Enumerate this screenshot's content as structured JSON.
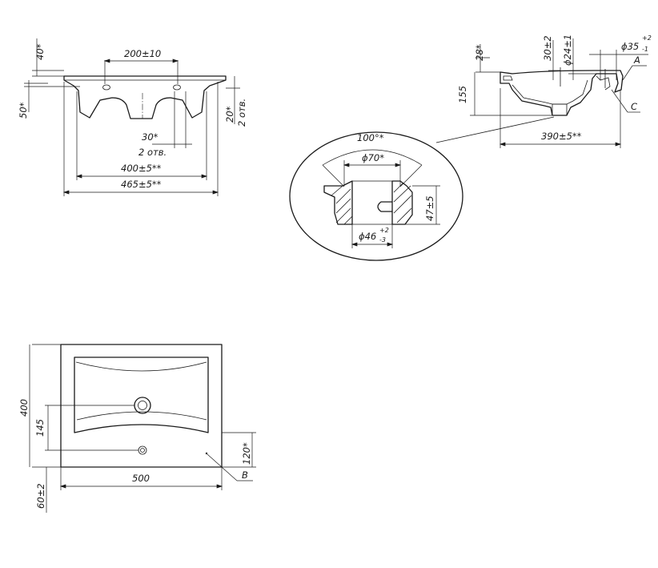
{
  "front_view": {
    "dim_top_40": "40*",
    "dim_50": "50*",
    "dim_holes_spacing": "200±10",
    "dim_20": "20*",
    "dim_2_holes_right": "2 отв.",
    "dim_30": "30*",
    "dim_2_holes_bottom": "2 отв.",
    "dim_width_inner": "400±5**",
    "dim_width_outer": "465±5**"
  },
  "side_view": {
    "dim_28": "28*",
    "dim_155": "155",
    "dim_30": "30±2",
    "dim_d24": "ϕ24±1",
    "dim_d35": "ϕ35",
    "dim_d35_tol_upper": "+2",
    "dim_d35_tol_lower": "-1",
    "label_a": "A",
    "label_c": "C",
    "dim_depth": "390±5**"
  },
  "detail_view": {
    "dim_angle": "100°*",
    "dim_d70": "ϕ70*",
    "dim_47": "47±5",
    "dim_d46": "ϕ46",
    "dim_d46_tol_upper": "+2",
    "dim_d46_tol_lower": "-3"
  },
  "plan_view": {
    "dim_400": "400",
    "dim_145": "145",
    "dim_120": "120*",
    "dim_500": "500",
    "dim_60": "60±2",
    "label_b": "B"
  }
}
